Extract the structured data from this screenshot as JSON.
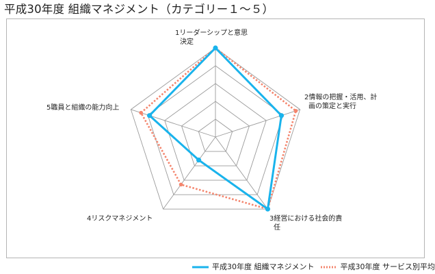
{
  "page": {
    "title": "平成30年度 組織マネジメント（カテゴリー１～５）"
  },
  "colors": {
    "series_self": "#19b3ec",
    "series_avg": "#f4856d",
    "grid": "#9a9a9a",
    "frame": "#b4b4b4"
  },
  "chart_data": {
    "type": "radar",
    "title": "平成30年度 組織マネジメント（カテゴリー１～５）",
    "axes": [
      {
        "lines": [
          "1リーダーシップと意思",
          "決定"
        ]
      },
      {
        "lines": [
          "2情報の把握・活用、計",
          "画の策定と実行"
        ]
      },
      {
        "lines": [
          "3経営における社会的責",
          "任"
        ]
      },
      {
        "lines": [
          "4リスクマネジメント"
        ]
      },
      {
        "lines": [
          "5職員と組織の能力向上"
        ]
      }
    ],
    "range": [
      0,
      1
    ],
    "rings": 5,
    "grid": true,
    "legend_position": "bottom-right",
    "series": [
      {
        "name": "平成30年度 組織マネジメント",
        "values": [
          1.0,
          0.78,
          1.0,
          0.32,
          0.78
        ],
        "color": "#19b3ec",
        "style": "solid",
        "markers": true
      },
      {
        "name": "平成30年度 サービス別平均",
        "values": [
          1.0,
          0.95,
          1.0,
          0.66,
          0.88
        ],
        "color": "#f4856d",
        "style": "dotted",
        "markers": true
      }
    ]
  }
}
